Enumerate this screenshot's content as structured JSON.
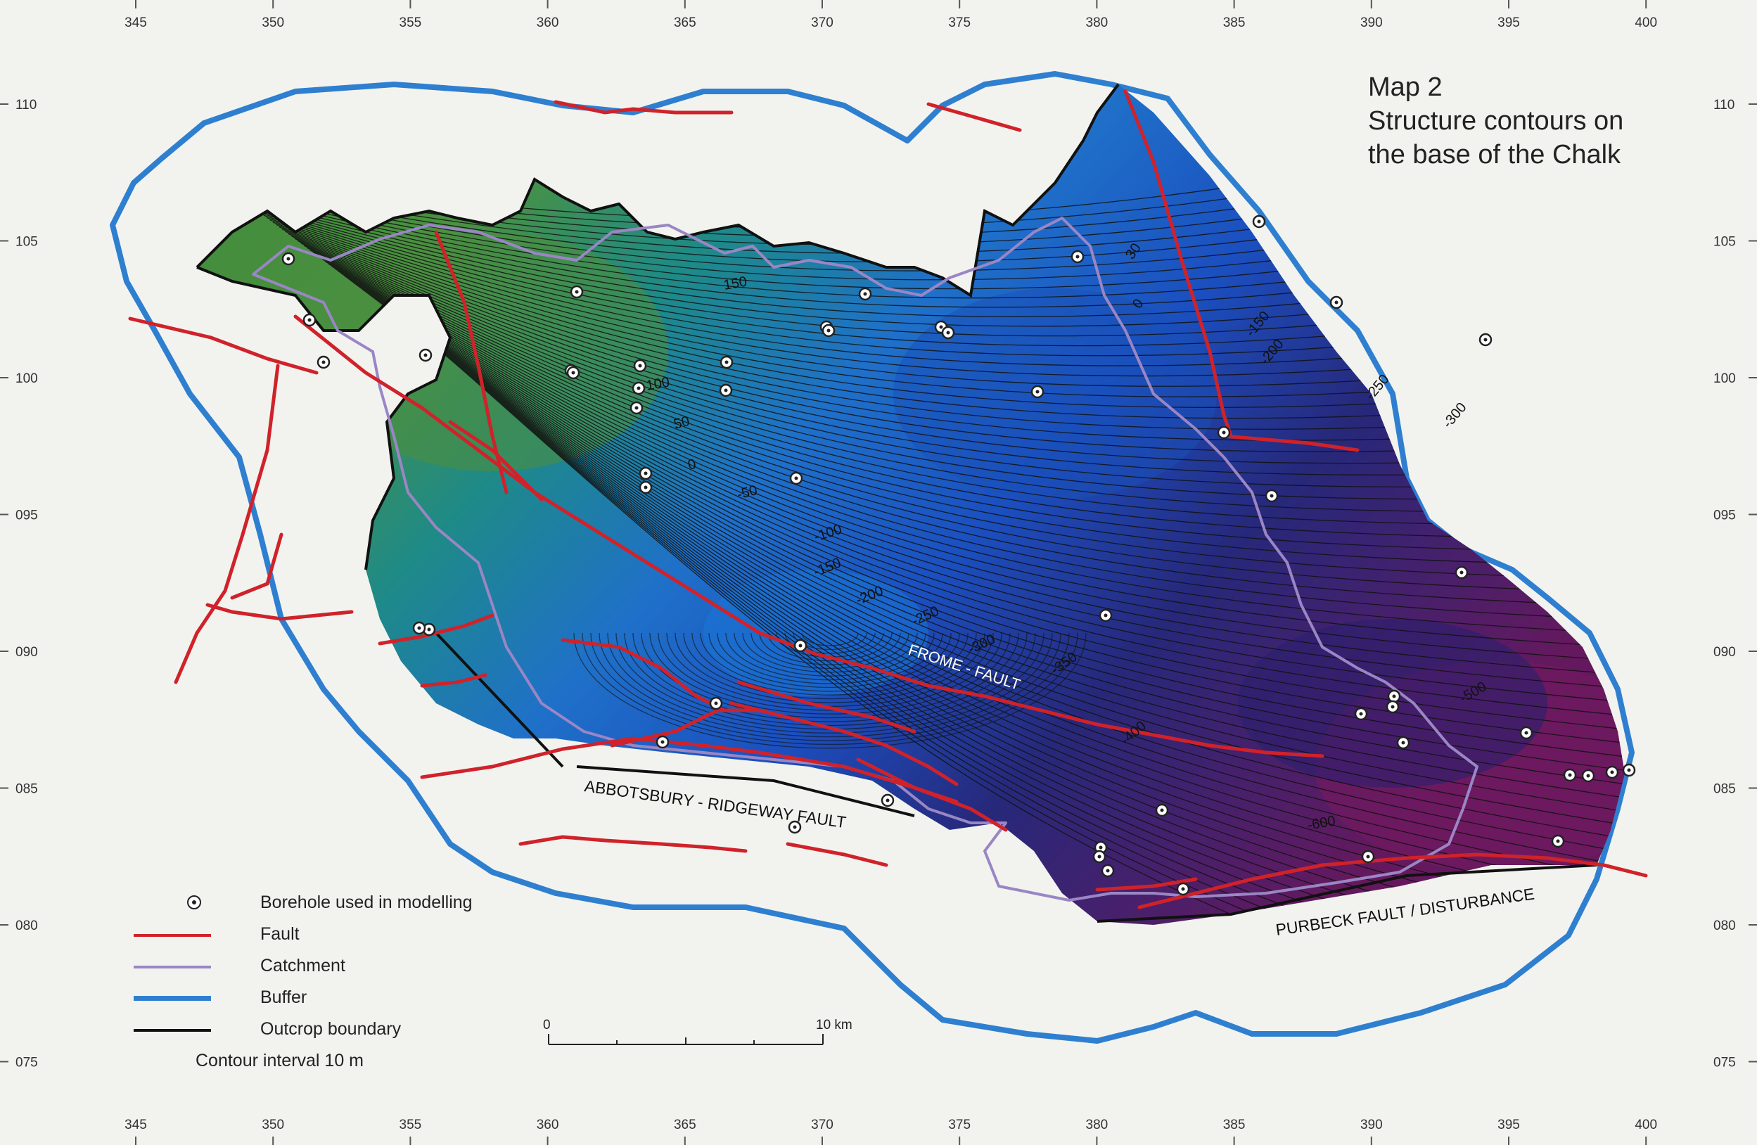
{
  "title": {
    "line1": "Map 2",
    "line2": "Structure contours on",
    "line3": "the base of the Chalk"
  },
  "grid": {
    "x_labels": [
      "345",
      "350",
      "355",
      "360",
      "365",
      "370",
      "375",
      "380",
      "385",
      "390",
      "395",
      "400"
    ],
    "y_labels": [
      "110",
      "105",
      "100",
      "095",
      "090",
      "085",
      "080",
      "075"
    ]
  },
  "faults": {
    "frome": "FROME - FAULT",
    "abbotsbury": "ABBOTSBURY - RIDGEWAY FAULT",
    "purbeck": "PURBECK FAULT / DISTURBANCE"
  },
  "contour_labels": [
    "150",
    "100",
    "50",
    "0",
    "-50",
    "-100",
    "-150",
    "-200",
    "-250",
    "-300",
    "-350",
    "-400",
    "-150",
    "-200",
    "-250",
    "-300",
    "30",
    "0",
    "-500",
    "-600"
  ],
  "scale": {
    "start": "0",
    "end": "10 km"
  },
  "legend": {
    "borehole": "Borehole used in modelling",
    "fault": "Fault",
    "catchment": "Catchment",
    "buffer": "Buffer",
    "outcrop": "Outcrop boundary",
    "contour_interval": "Contour interval 10 m"
  },
  "colors": {
    "fault": "#d0222a",
    "catchment": "#9a86c4",
    "buffer": "#2f7fd0",
    "outcrop": "#111111",
    "green": "#4a8a3a",
    "blue": "#1f57c8",
    "purple": "#5b1a66"
  }
}
